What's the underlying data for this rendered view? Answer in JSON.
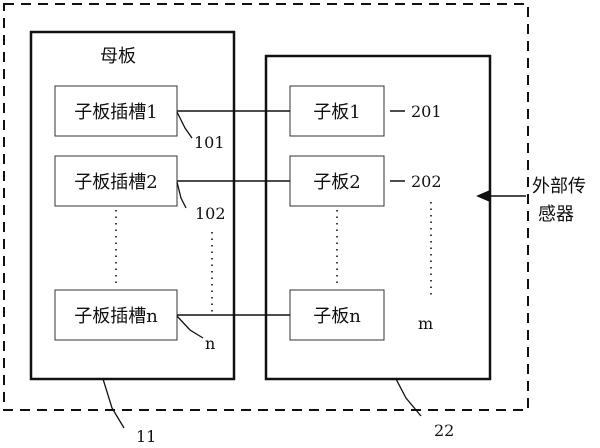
{
  "motherboard": {
    "title": "母板",
    "slots": [
      {
        "label": "子板插槽1",
        "ref": "101"
      },
      {
        "label": "子板插槽2",
        "ref": "102"
      },
      {
        "label": "子板插槽n",
        "ref": "n"
      }
    ],
    "ref": "11"
  },
  "daughter_group": {
    "boards": [
      {
        "label": "子板1",
        "ref": "201"
      },
      {
        "label": "子板2",
        "ref": "202"
      },
      {
        "label": "子板n",
        "ref": "m"
      }
    ],
    "ref": "22"
  },
  "external_sensor": {
    "line1": "外部传",
    "line2": "感器"
  }
}
